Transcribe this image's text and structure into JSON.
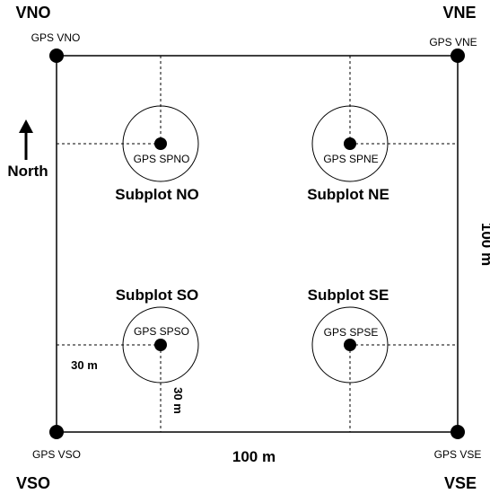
{
  "corners": {
    "nw_corner_label": "VNO",
    "ne_corner_label": "VNE",
    "sw_corner_label": "VSO",
    "se_corner_label": "VSE"
  },
  "corner_gps": {
    "nw": "GPS VNO",
    "ne": "GPS VNE",
    "sw": "GPS VSO",
    "se": "GPS VSE"
  },
  "subplots": {
    "nw": {
      "name": "Subplot NO",
      "gps": "GPS SPNO"
    },
    "ne": {
      "name": "Subplot NE",
      "gps": "GPS SPNE"
    },
    "sw": {
      "name": "Subplot SO",
      "gps": "GPS SPSO"
    },
    "se": {
      "name": "Subplot SE",
      "gps": "GPS SPSE"
    }
  },
  "north_label": "North",
  "dimensions": {
    "width_label": "100 m",
    "height_label": "100 m",
    "horizontal_offset": "30 m",
    "vertical_offset": "30 m"
  },
  "colors": {
    "line": "#000000",
    "background": "#ffffff"
  }
}
